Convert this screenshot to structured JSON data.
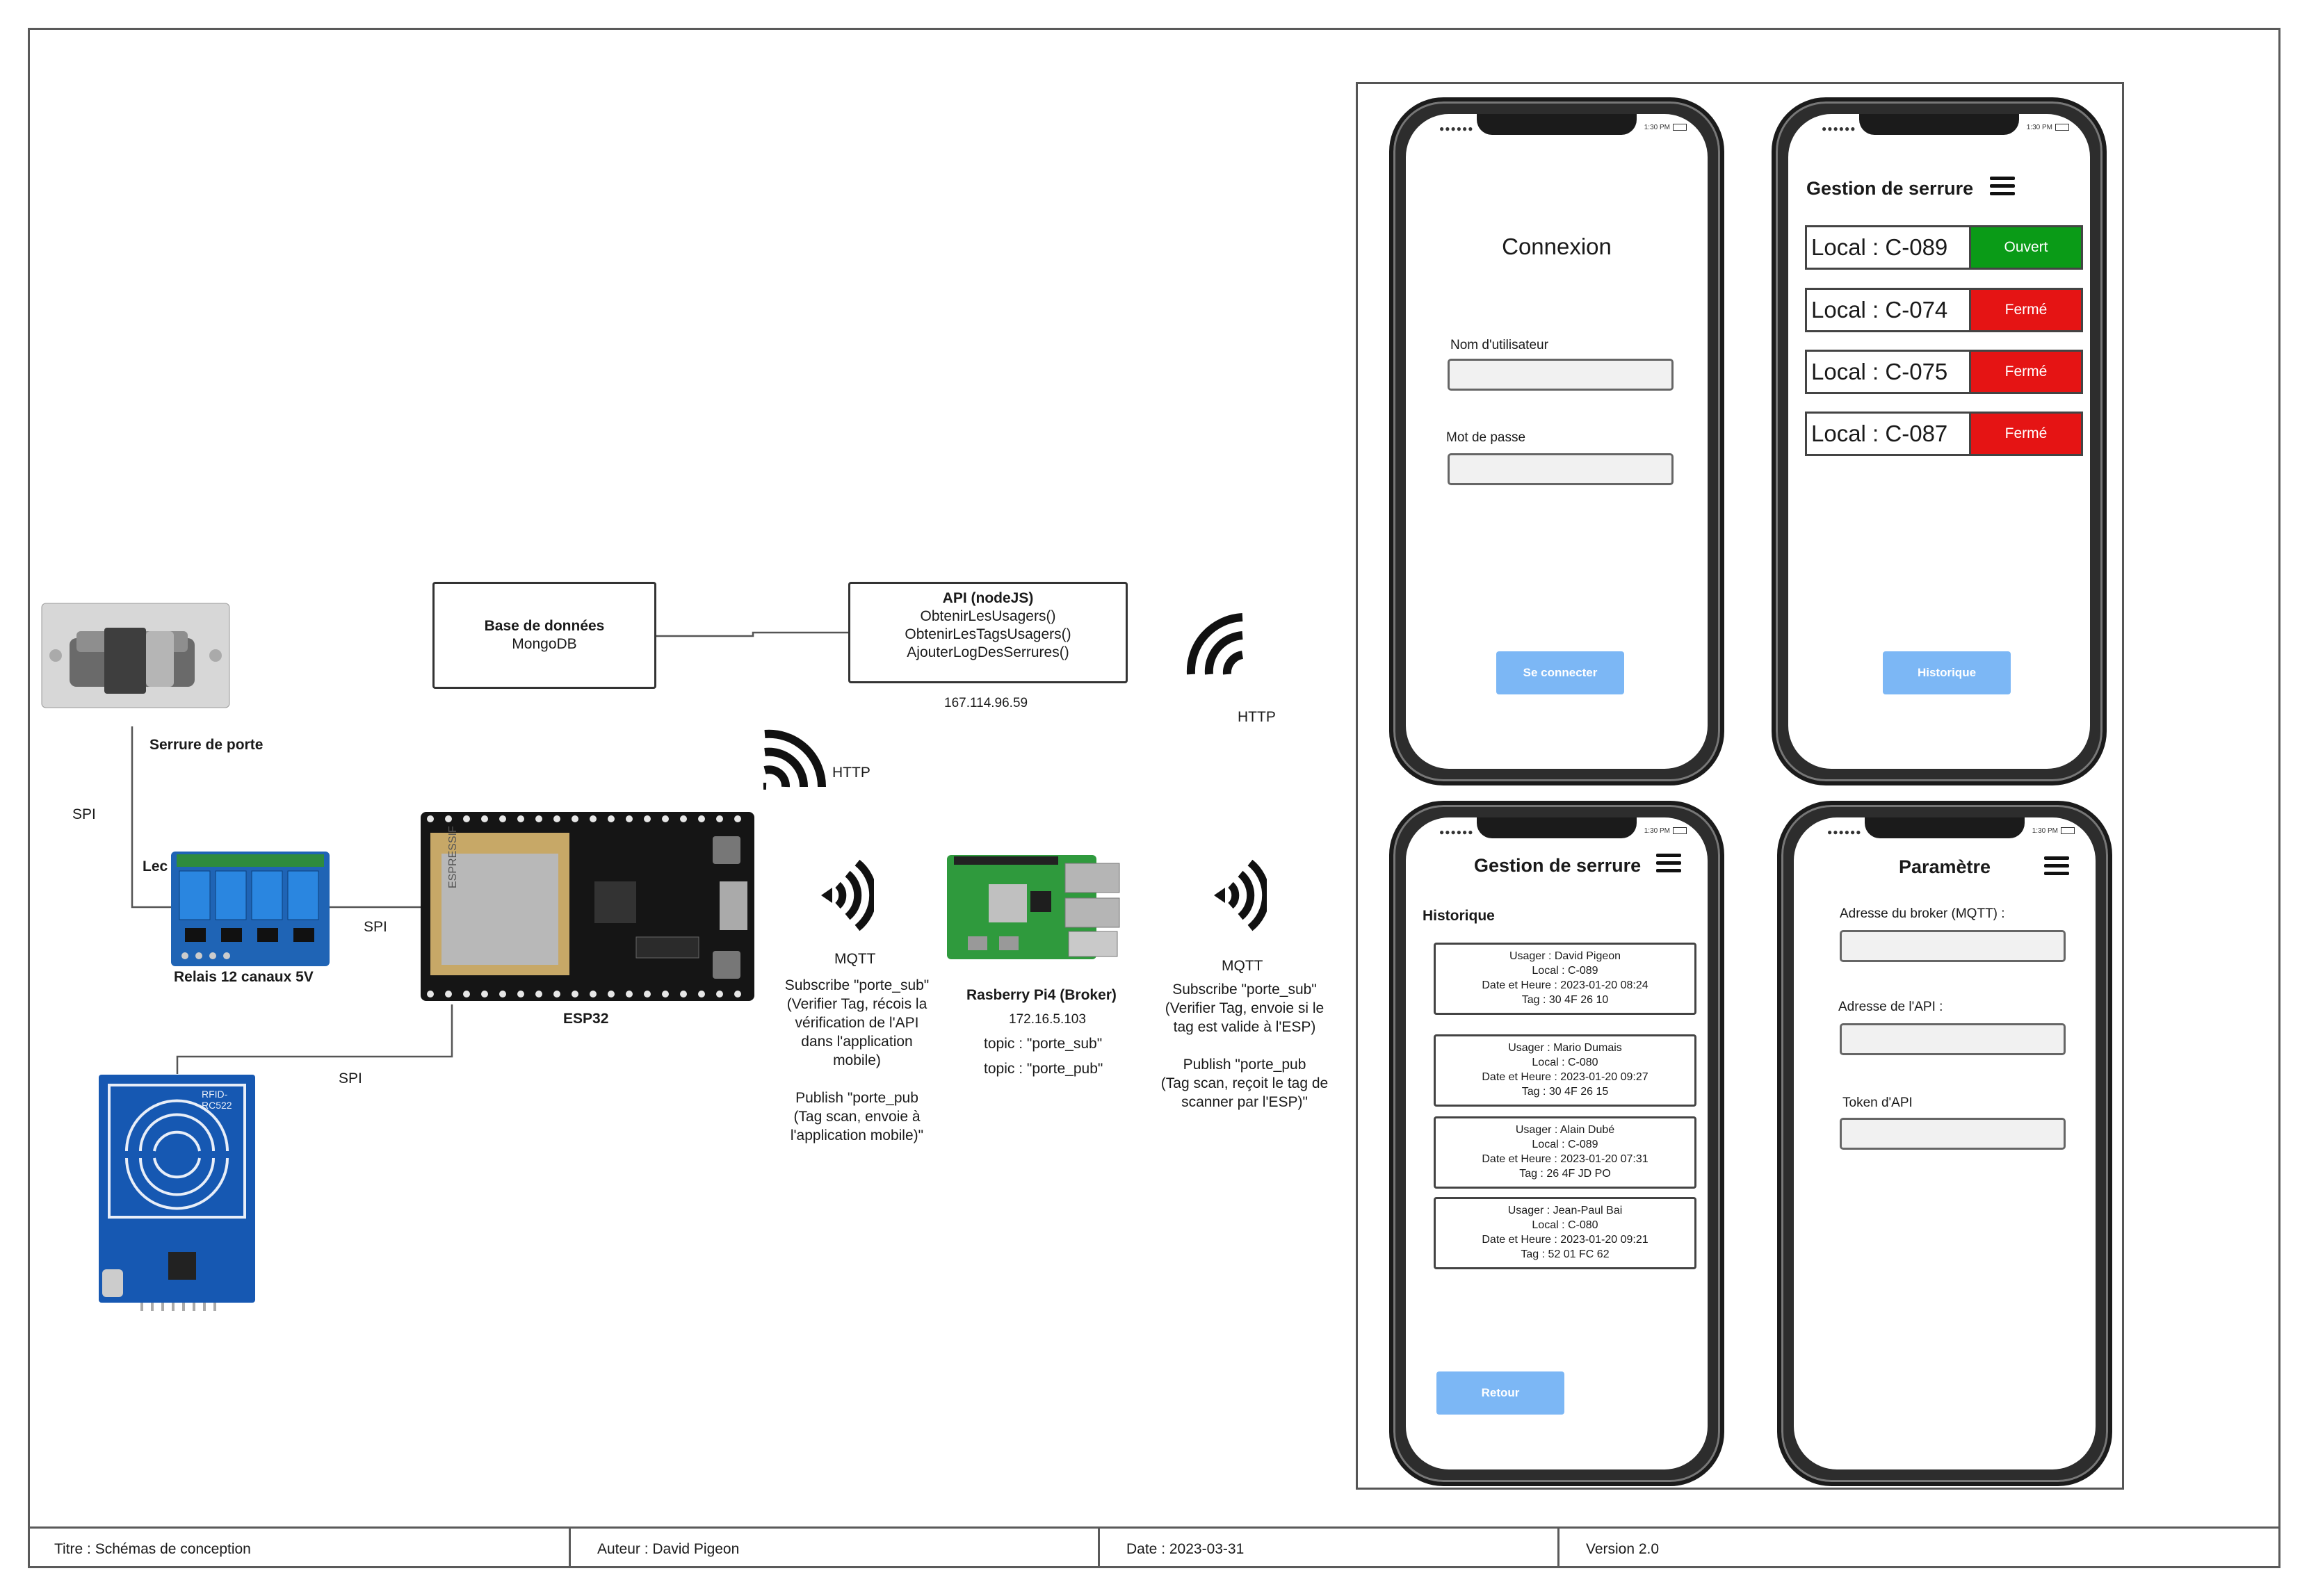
{
  "diagram": {
    "door_lock_label": "Serrure de porte",
    "relay_label": "Relais 12 canaux 5V",
    "esp_label": "ESP32",
    "reader_label_partial": "Lec",
    "db": {
      "title": "Base de données",
      "subtitle": "MongoDB"
    },
    "api": {
      "title": "API (nodeJS)",
      "lines": [
        "ObtenirLesUsagers()",
        "ObtenirLesTagsUsagers()",
        "AjouterLogDesSerrures()"
      ],
      "ip": "167.114.96.59"
    },
    "broker": {
      "title": "Rasberry Pi4 (Broker)",
      "ip": "172.16.5.103",
      "topic_sub": "topic : \"porte_sub\"",
      "topic_pub": "topic : \"porte_pub\""
    },
    "edge_labels": {
      "spi_left": "SPI",
      "spi_relay": "SPI",
      "spi_reader": "SPI",
      "http_mid": "HTTP",
      "http_right": "HTTP",
      "mqtt_left": "MQTT",
      "mqtt_right": "MQTT"
    },
    "mqtt_left_text": [
      "Subscribe \"porte_sub\"",
      "(Verifier Tag, récois la",
      "vérification de l'API",
      "dans l'application",
      "mobile)",
      "",
      "Publish \"porte_pub",
      "(Tag scan, envoie à",
      "l'application mobile)\""
    ],
    "mqtt_right_text": [
      "Subscribe \"porte_sub\"",
      "(Verifier Tag, envoie si le",
      "tag est valide à l'ESP)",
      "",
      "Publish \"porte_pub",
      "(Tag scan, reçoit le tag de",
      "scanner par l'ESP)\""
    ],
    "rfid_chip_text": "RFID-RC522",
    "esp_chip_text": "ESPRESSIF"
  },
  "phones": {
    "login": {
      "title": "Connexion",
      "username_label": "Nom d'utilisateur",
      "password_label": "Mot de passe",
      "submit": "Se connecter"
    },
    "locks": {
      "title": "Gestion de serrure",
      "rows": [
        {
          "name": "Local : C-089",
          "state": "Ouvert",
          "color": "#0a9b17"
        },
        {
          "name": "Local : C-074",
          "state": "Fermé",
          "color": "#e51414"
        },
        {
          "name": "Local : C-075",
          "state": "Fermé",
          "color": "#e51414"
        },
        {
          "name": "Local : C-087",
          "state": "Fermé",
          "color": "#e51414"
        }
      ],
      "history_button": "Historique"
    },
    "history": {
      "title": "Gestion de serrure",
      "section": "Historique",
      "entries": [
        {
          "user": "Usager : David Pigeon",
          "local": "Local : C-089",
          "date": "Date et Heure : 2023-01-20 08:24",
          "tag": "Tag : 30 4F 26 10"
        },
        {
          "user": "Usager : Mario Dumais",
          "local": "Local : C-080",
          "date": "Date et Heure : 2023-01-20 09:27",
          "tag": "Tag : 30 4F 26 15"
        },
        {
          "user": "Usager : Alain Dubé",
          "local": "Local : C-089",
          "date": "Date et Heure : 2023-01-20 07:31",
          "tag": "Tag : 26 4F JD PO"
        },
        {
          "user": "Usager : Jean-Paul Bai",
          "local": "Local : C-080",
          "date": "Date et Heure : 2023-01-20 09:21",
          "tag": "Tag : 52 01 FC 62"
        }
      ],
      "back_button": "Retour"
    },
    "settings": {
      "title": "Paramètre",
      "broker_label": "Adresse du broker (MQTT) :",
      "api_label": "Adresse de l'API :",
      "token_label": "Token d'API"
    },
    "status_time": "1:30 PM"
  },
  "footer": {
    "title": "Titre : Schémas de conception",
    "author": "Auteur : David Pigeon",
    "date": "Date : 2023-03-31",
    "version": "Version 2.0"
  },
  "colors": {
    "open": "#0a9b17",
    "closed": "#e51414",
    "button": "#7cb7f5"
  }
}
